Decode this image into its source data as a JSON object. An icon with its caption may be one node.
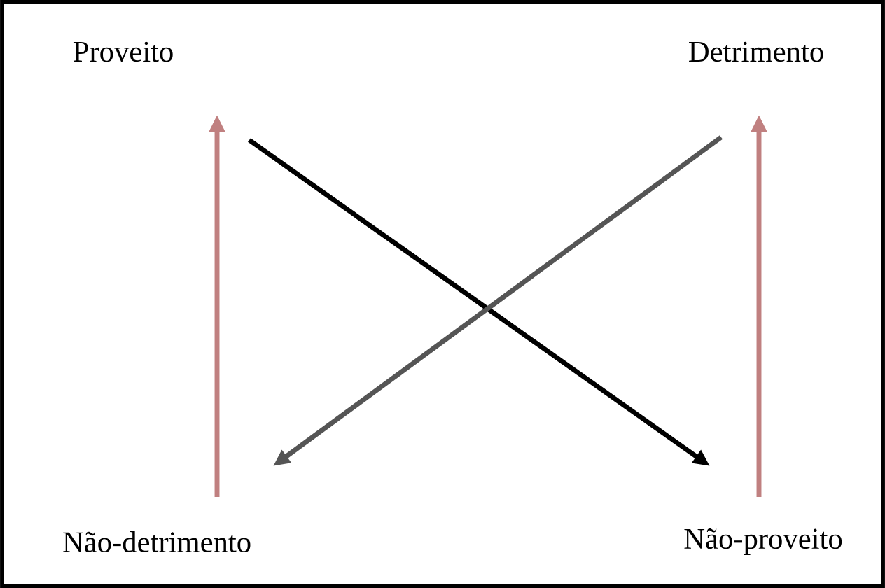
{
  "diagram": {
    "nodes": [
      {
        "text": [
          "Proveito"
        ]
      },
      {
        "text": [
          "Detrimento"
        ]
      },
      {
        "text": [
          "Não-detrimento"
        ]
      },
      {
        "text": [
          "Não-proveito"
        ]
      }
    ],
    "edges": [
      {
        "from": 2,
        "to": 0,
        "arrow": "to",
        "color": "#c08080"
      },
      {
        "from": 3,
        "to": 1,
        "arrow": "to",
        "color": "#c08080"
      },
      {
        "from": 0,
        "to": 3,
        "arrow": "to",
        "color": "#000000"
      },
      {
        "from": 1,
        "to": 2,
        "arrow": "to",
        "color": "#555555"
      }
    ]
  }
}
